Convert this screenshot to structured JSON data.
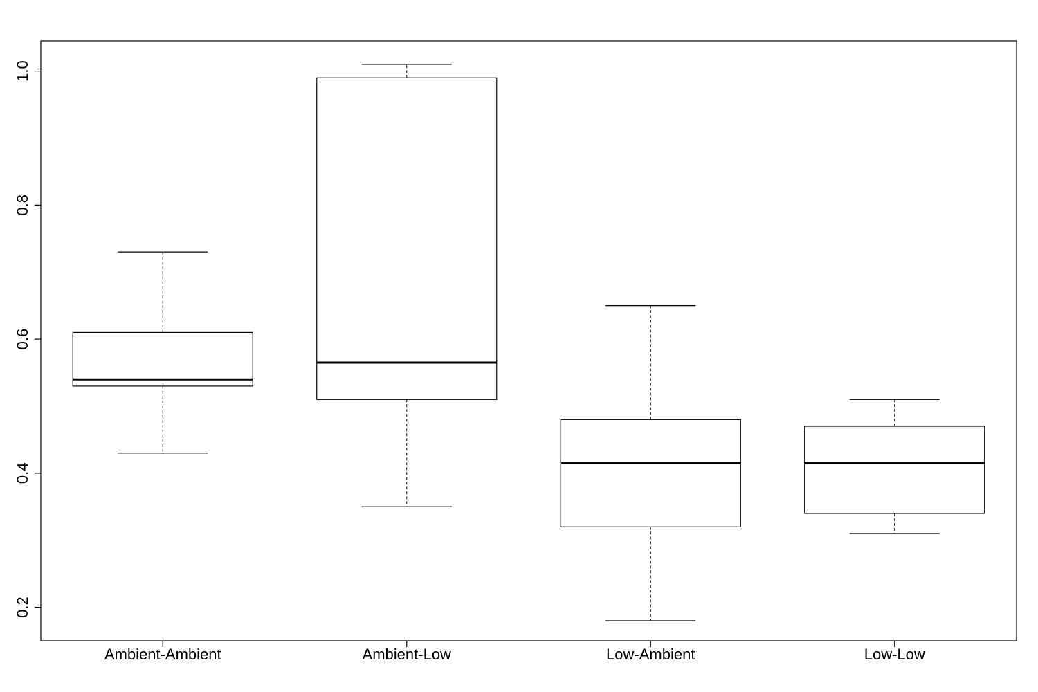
{
  "chart_data": {
    "type": "boxplot",
    "title": "",
    "xlabel": "",
    "ylabel": "",
    "ylim": [
      0.15,
      1.045
    ],
    "yticks": [
      0.2,
      0.4,
      0.6,
      0.8,
      1.0
    ],
    "ytick_labels": [
      "0.2",
      "0.4",
      "0.6",
      "0.8",
      "1.0"
    ],
    "grid": false,
    "categories": [
      "Ambient-Ambient",
      "Ambient-Low",
      "Low-Ambient",
      "Low-Low"
    ],
    "boxes": [
      {
        "category": "Ambient-Ambient",
        "whisker_low": 0.43,
        "q1": 0.53,
        "median": 0.54,
        "q3": 0.61,
        "whisker_high": 0.73
      },
      {
        "category": "Ambient-Low",
        "whisker_low": 0.35,
        "q1": 0.51,
        "median": 0.565,
        "q3": 0.99,
        "whisker_high": 1.01
      },
      {
        "category": "Low-Ambient",
        "whisker_low": 0.18,
        "q1": 0.32,
        "median": 0.415,
        "q3": 0.48,
        "whisker_high": 0.65
      },
      {
        "category": "Low-Low",
        "whisker_low": 0.31,
        "q1": 0.34,
        "median": 0.415,
        "q3": 0.47,
        "whisker_high": 0.51
      }
    ]
  }
}
